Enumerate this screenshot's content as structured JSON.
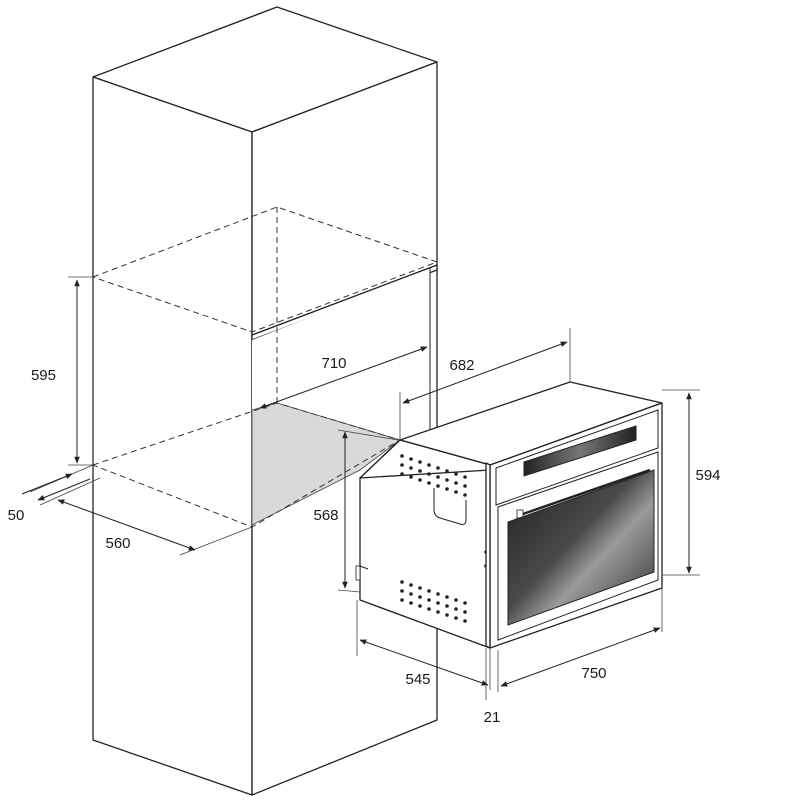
{
  "colors": {
    "line": "#222222",
    "niche_floor": "#d9d9d9",
    "glass_dark": "#2b2b2b",
    "glass_light": "#8a8a8a"
  },
  "dimensions": {
    "niche_height": "595",
    "niche_depth": "710",
    "niche_width": "560",
    "vent_gap": "50",
    "oven_depth": "682",
    "oven_body_height": "568",
    "oven_height": "594",
    "oven_body_depth": "545",
    "oven_width": "750",
    "front_thickness": "21"
  }
}
